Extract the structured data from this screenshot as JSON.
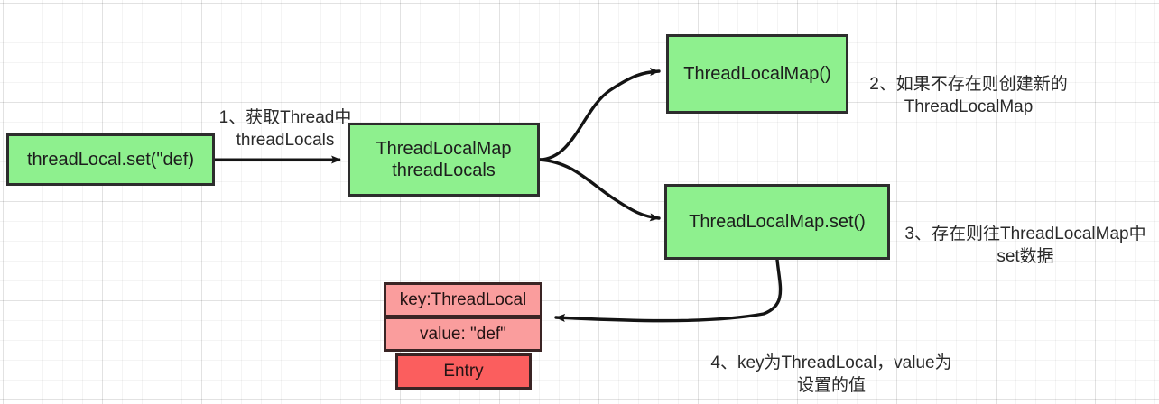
{
  "diagram": {
    "title": "ThreadLocal set flow",
    "colors": {
      "node_fill_green": "#8ef08e",
      "node_stroke": "#2d2d2d",
      "entry_fill_light": "#fa9d9d",
      "entry_fill_strong": "#fb5e5e",
      "entry_stroke": "#3a2424",
      "edge_stroke": "#141414",
      "background": "#ffffff",
      "grid_line": "rgba(0,0,0,0.075)"
    },
    "nodes": {
      "thread_local_set": "threadLocal.set(\"def)",
      "thread_locals_map": "ThreadLocalMap\nthreadLocals",
      "thread_local_map_ctor": "ThreadLocalMap()",
      "thread_local_map_set": "ThreadLocalMap.set()"
    },
    "entry": {
      "key_row": "key:ThreadLocal",
      "value_row": "value: \"def\"",
      "label_row": "Entry"
    },
    "captions": {
      "step1": "1、获取Thread中\nthreadLocals",
      "step2": "2、如果不存在则创建新的\nThreadLocalMap",
      "step3": "3、存在则往ThreadLocalMap中\nset数据",
      "step4": "4、key为ThreadLocal，value为\n设置的值"
    },
    "edges": [
      {
        "name": "set-to-threadlocals",
        "from": "thread_local_set",
        "to": "thread_locals_map",
        "style": "straight-arrow"
      },
      {
        "name": "threadlocals-to-map-ctor",
        "from": "thread_locals_map",
        "to": "thread_local_map_ctor",
        "style": "curved-arrow"
      },
      {
        "name": "threadlocals-to-map-set",
        "from": "thread_locals_map",
        "to": "thread_local_map_set",
        "style": "curved-arrow"
      },
      {
        "name": "map-set-to-entry",
        "from": "thread_local_map_set",
        "to": "entry",
        "style": "curved-arrow"
      }
    ]
  }
}
